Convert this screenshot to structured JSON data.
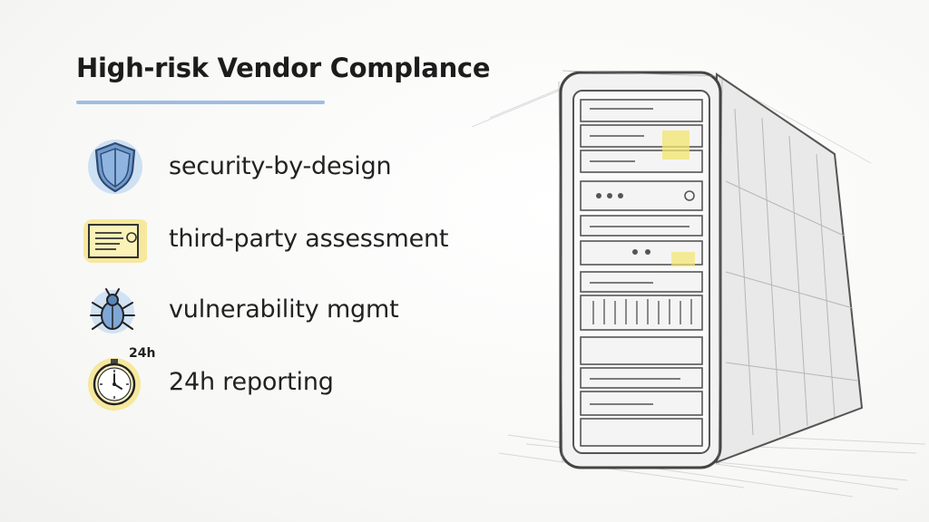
{
  "slide": {
    "title": "High-risk Vendor Complance",
    "items": [
      {
        "label": "security-by-design",
        "icon": "shield-icon"
      },
      {
        "label": "third-party assessment",
        "icon": "certificate-icon"
      },
      {
        "label": "vulnerability mgmt",
        "icon": "bug-icon"
      },
      {
        "label": "24h reporting",
        "icon": "stopwatch-icon",
        "badge": "24h"
      }
    ]
  },
  "colors": {
    "accent_blue": "#9dbde3",
    "accent_yellow": "#f6e58d",
    "text": "#222222"
  },
  "illustration": {
    "icon": "server-rack-icon"
  }
}
